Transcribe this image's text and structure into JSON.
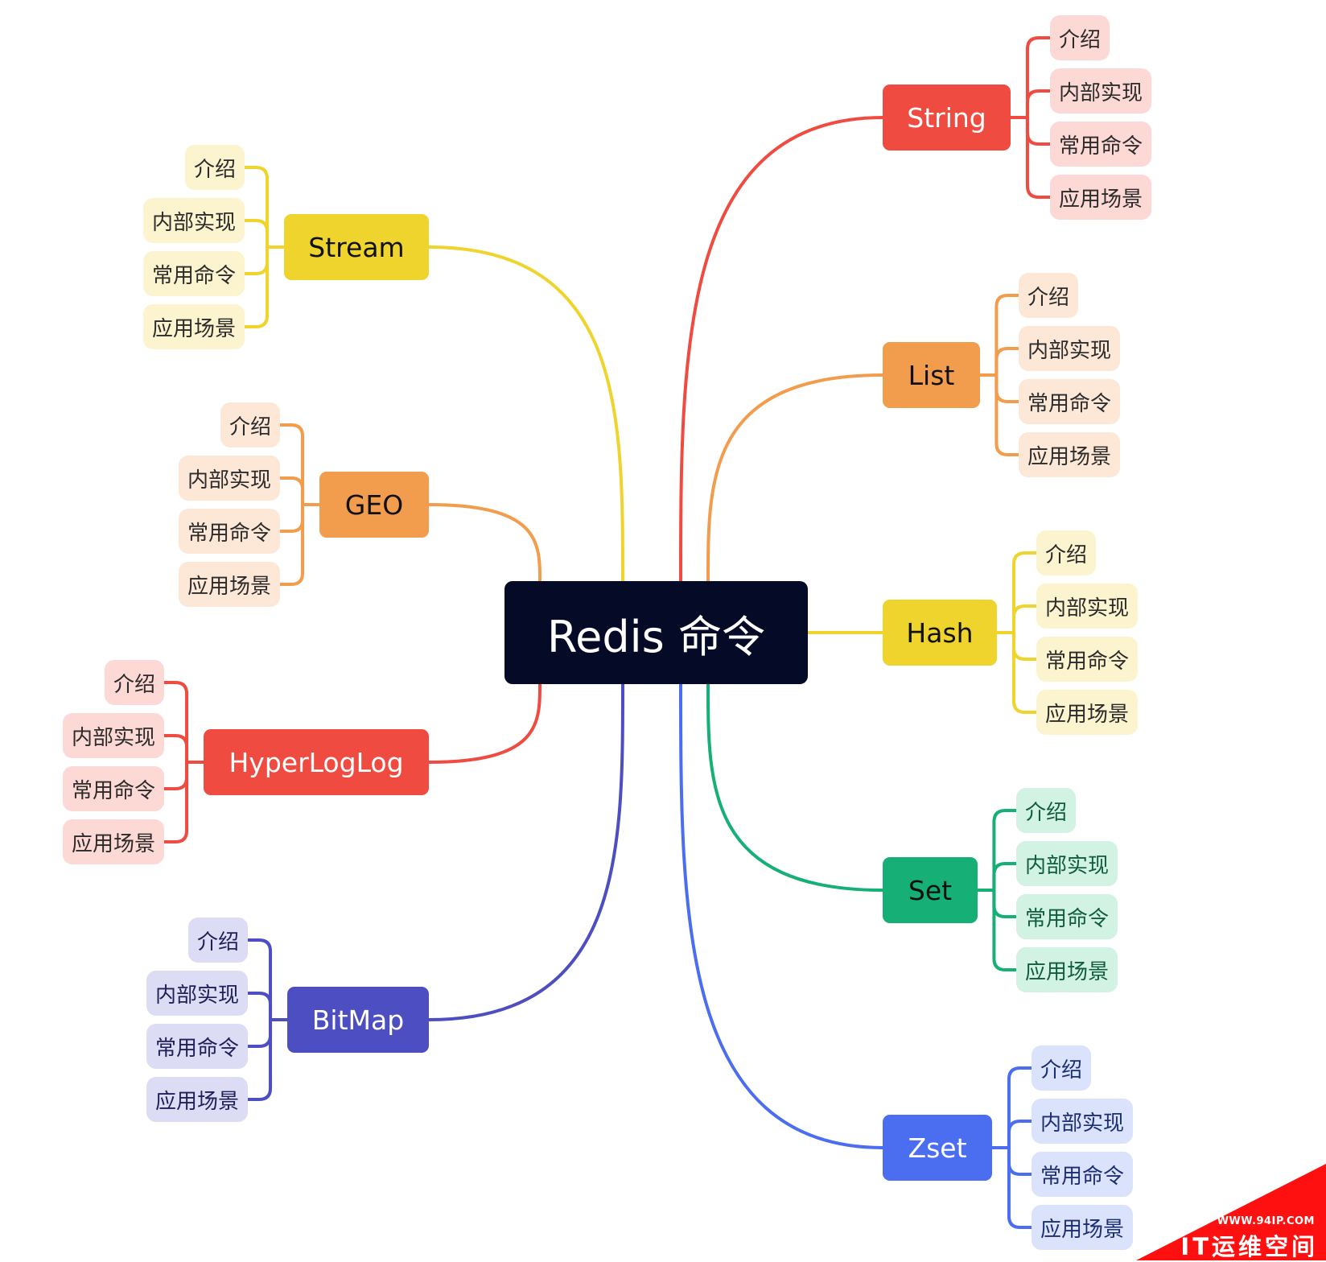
{
  "root": {
    "label": "Redis 命令"
  },
  "branches": [
    {
      "key": "string",
      "label": "String",
      "color": "#f04b40",
      "text_color": "#ffffff",
      "leaf_bg": "#fdd9d6",
      "leaf_text": "#2b2b2b",
      "leaves": [
        "介绍",
        "内部实现",
        "常用命令",
        "应用场景"
      ]
    },
    {
      "key": "list",
      "label": "List",
      "color": "#f29c4e",
      "text_color": "#111111",
      "leaf_bg": "#fde8d8",
      "leaf_text": "#2b2b2b",
      "leaves": [
        "介绍",
        "内部实现",
        "常用命令",
        "应用场景"
      ]
    },
    {
      "key": "hash",
      "label": "Hash",
      "color": "#efd42d",
      "text_color": "#111111",
      "leaf_bg": "#fcf4cf",
      "leaf_text": "#2b2b2b",
      "leaves": [
        "介绍",
        "内部实现",
        "常用命令",
        "应用场景"
      ]
    },
    {
      "key": "set",
      "label": "Set",
      "color": "#16b076",
      "text_color": "#111111",
      "leaf_bg": "#d2f2e4",
      "leaf_text": "#0f5c3e",
      "leaves": [
        "介绍",
        "内部实现",
        "常用命令",
        "应用场景"
      ]
    },
    {
      "key": "zset",
      "label": "Zset",
      "color": "#4b6ef0",
      "text_color": "#ffffff",
      "leaf_bg": "#dbe2fb",
      "leaf_text": "#1c2f73",
      "leaves": [
        "介绍",
        "内部实现",
        "常用命令",
        "应用场景"
      ]
    },
    {
      "key": "stream",
      "label": "Stream",
      "color": "#efd42d",
      "text_color": "#111111",
      "leaf_bg": "#fcf4cf",
      "leaf_text": "#2b2b2b",
      "leaves": [
        "介绍",
        "内部实现",
        "常用命令",
        "应用场景"
      ]
    },
    {
      "key": "geo",
      "label": "GEO",
      "color": "#f29c4e",
      "text_color": "#111111",
      "leaf_bg": "#fde8d8",
      "leaf_text": "#2b2b2b",
      "leaves": [
        "介绍",
        "内部实现",
        "常用命令",
        "应用场景"
      ]
    },
    {
      "key": "hyperloglog",
      "label": "HyperLogLog",
      "color": "#f04b40",
      "text_color": "#ffffff",
      "leaf_bg": "#fdd9d6",
      "leaf_text": "#2b2b2b",
      "leaves": [
        "介绍",
        "内部实现",
        "常用命令",
        "应用场景"
      ]
    },
    {
      "key": "bitmap",
      "label": "BitMap",
      "color": "#4d4ec2",
      "text_color": "#ffffff",
      "leaf_bg": "#dcdcf5",
      "leaf_text": "#1f1f5a",
      "leaves": [
        "介绍",
        "内部实现",
        "常用命令",
        "应用场景"
      ]
    }
  ],
  "watermark": {
    "url": "WWW.94IP.COM",
    "name": "IT运维空间"
  }
}
